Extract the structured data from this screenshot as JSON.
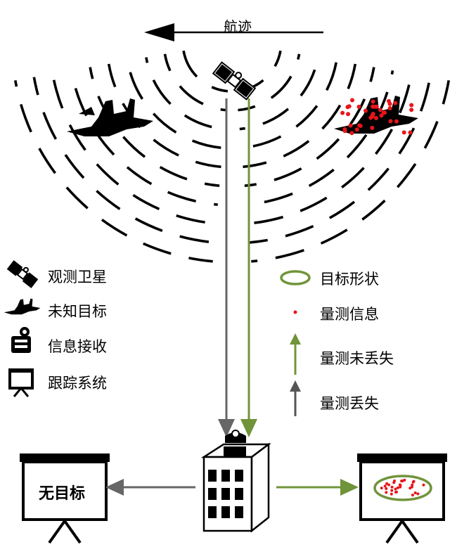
{
  "header": {
    "track_label": "航迹"
  },
  "legend_left": [
    {
      "icon": "satellite-icon",
      "label": "观测卫星"
    },
    {
      "icon": "aircraft-icon",
      "label": "未知目标"
    },
    {
      "icon": "receiver-icon",
      "label": "信息接收"
    },
    {
      "icon": "screen-icon",
      "label": "跟踪系统"
    }
  ],
  "legend_right": [
    {
      "icon": "ellipse-icon",
      "label": "目标形状"
    },
    {
      "icon": "dot-icon",
      "label": "量测信息"
    },
    {
      "icon": "green-arrow-icon",
      "label": "量测未丢失"
    },
    {
      "icon": "gray-arrow-icon",
      "label": "量测丢失"
    }
  ],
  "screens": {
    "left_text": "无目标"
  },
  "colors": {
    "green": "#70943a",
    "gray": "#666666",
    "red": "#e8151b",
    "black": "#000000"
  }
}
